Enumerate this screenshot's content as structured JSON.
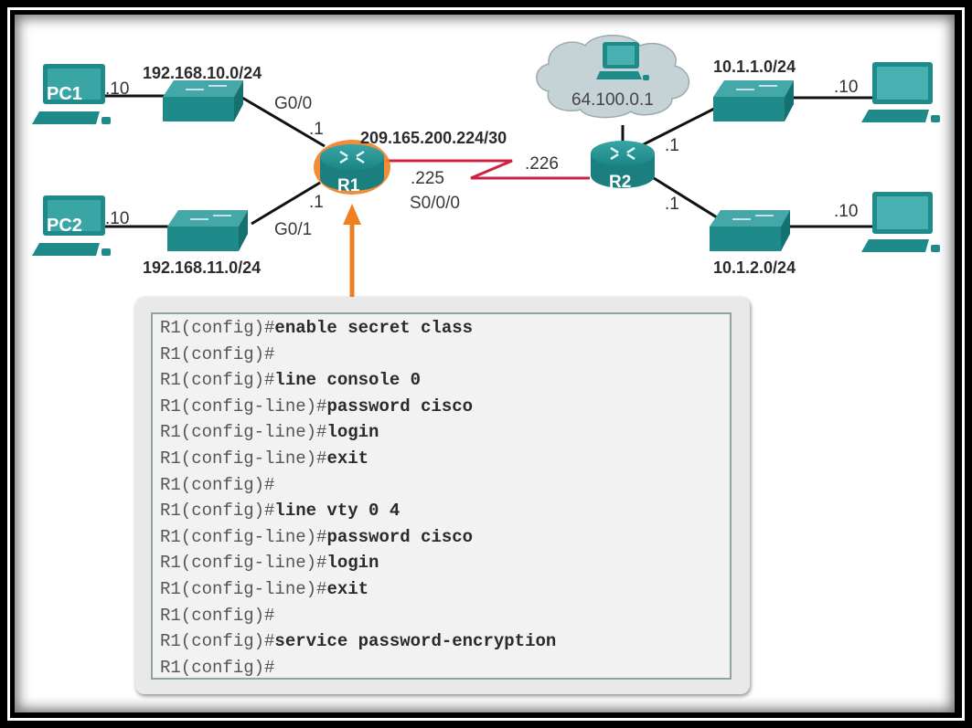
{
  "topology": {
    "pc1": {
      "label": "PC1",
      "host": ".10"
    },
    "pc2": {
      "label": "PC2",
      "host": ".10"
    },
    "pc3": {
      "host": ".10"
    },
    "pc4": {
      "host": ".10"
    },
    "lan1": {
      "network": "192.168.10.0/24",
      "router_iface": "G0/0",
      "router_host": ".1"
    },
    "lan2": {
      "network": "192.168.11.0/24",
      "router_iface": "G0/1",
      "router_host": ".1"
    },
    "wan": {
      "network": "209.165.200.224/30",
      "r1_host": ".225",
      "r1_iface": "S0/0/0",
      "r2_host": ".226"
    },
    "r1": {
      "label": "R1"
    },
    "r2": {
      "label": "R2"
    },
    "cloud": {
      "address": "64.100.0.1"
    },
    "lan3": {
      "network": "10.1.1.0/24",
      "router_host": ".1"
    },
    "lan4": {
      "network": "10.1.2.0/24",
      "router_host": ".1"
    },
    "colors": {
      "device": "#1f8a8a",
      "highlight": "#f07f22",
      "serial_link": "#cc2244",
      "cloud": "#c6d3d6"
    }
  },
  "terminal": {
    "lines": [
      {
        "prompt": "R1(config)#",
        "command": "enable secret class"
      },
      {
        "prompt": "R1(config)#",
        "command": ""
      },
      {
        "prompt": "R1(config)#",
        "command": "line console 0"
      },
      {
        "prompt": "R1(config-line)#",
        "command": "password cisco"
      },
      {
        "prompt": "R1(config-line)#",
        "command": "login"
      },
      {
        "prompt": "R1(config-line)#",
        "command": "exit"
      },
      {
        "prompt": "R1(config)#",
        "command": ""
      },
      {
        "prompt": "R1(config)#",
        "command": "line vty 0 4"
      },
      {
        "prompt": "R1(config-line)#",
        "command": "password cisco"
      },
      {
        "prompt": "R1(config-line)#",
        "command": "login"
      },
      {
        "prompt": "R1(config-line)#",
        "command": "exit"
      },
      {
        "prompt": "R1(config)#",
        "command": ""
      },
      {
        "prompt": "R1(config)#",
        "command": "service password-encryption"
      },
      {
        "prompt": "R1(config)#",
        "command": ""
      }
    ]
  }
}
